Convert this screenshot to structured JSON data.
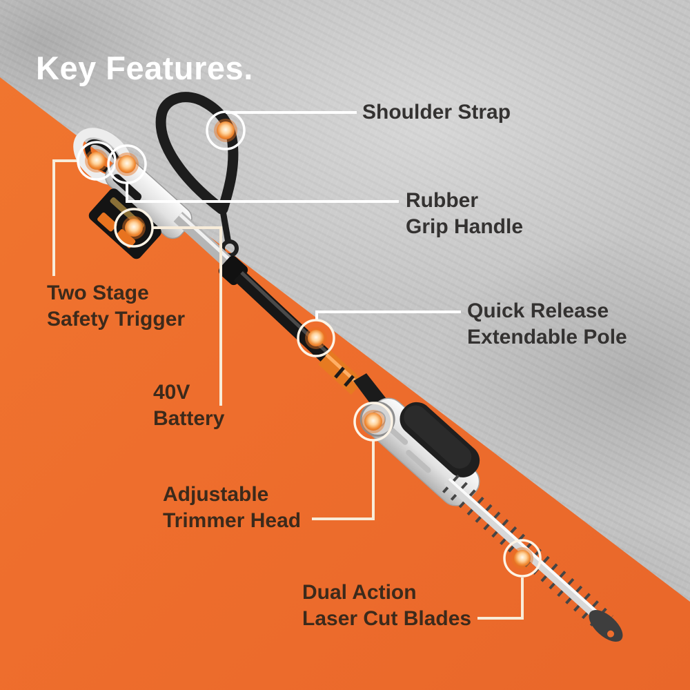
{
  "title": "Key Features.",
  "colors": {
    "orange_background": "#ee6e2d",
    "concrete_background": "#c6c6c6",
    "title_text": "#ffffff",
    "label_text_on_gray": "#343231",
    "label_text_on_orange": "#3c2a1b",
    "callout_line_white": "#ffffff",
    "callout_line_cream": "#f8ecd9",
    "callout_dot_core": "#f59140",
    "product_strap": "#1d1d1d",
    "product_pole_silver": "#b5b5b5",
    "product_pole_black": "#161616",
    "product_coupling_orange": "#e67a21"
  },
  "features": [
    {
      "id": "shoulder-strap",
      "lines": [
        "Shoulder Strap",
        ""
      ]
    },
    {
      "id": "rubber-grip-handle",
      "lines": [
        "Rubber",
        "Grip Handle"
      ]
    },
    {
      "id": "two-stage-safety-trigger",
      "lines": [
        "Two Stage",
        "Safety Trigger"
      ]
    },
    {
      "id": "quick-release-extendable-pole",
      "lines": [
        "Quick Release",
        "Extendable Pole"
      ]
    },
    {
      "id": "40v-battery",
      "lines": [
        "40V",
        "Battery"
      ]
    },
    {
      "id": "adjustable-trimmer-head",
      "lines": [
        "Adjustable",
        "Trimmer Head"
      ]
    },
    {
      "id": "dual-action-laser-cut-blades",
      "lines": [
        "Dual Action",
        "Laser Cut Blades"
      ]
    }
  ]
}
